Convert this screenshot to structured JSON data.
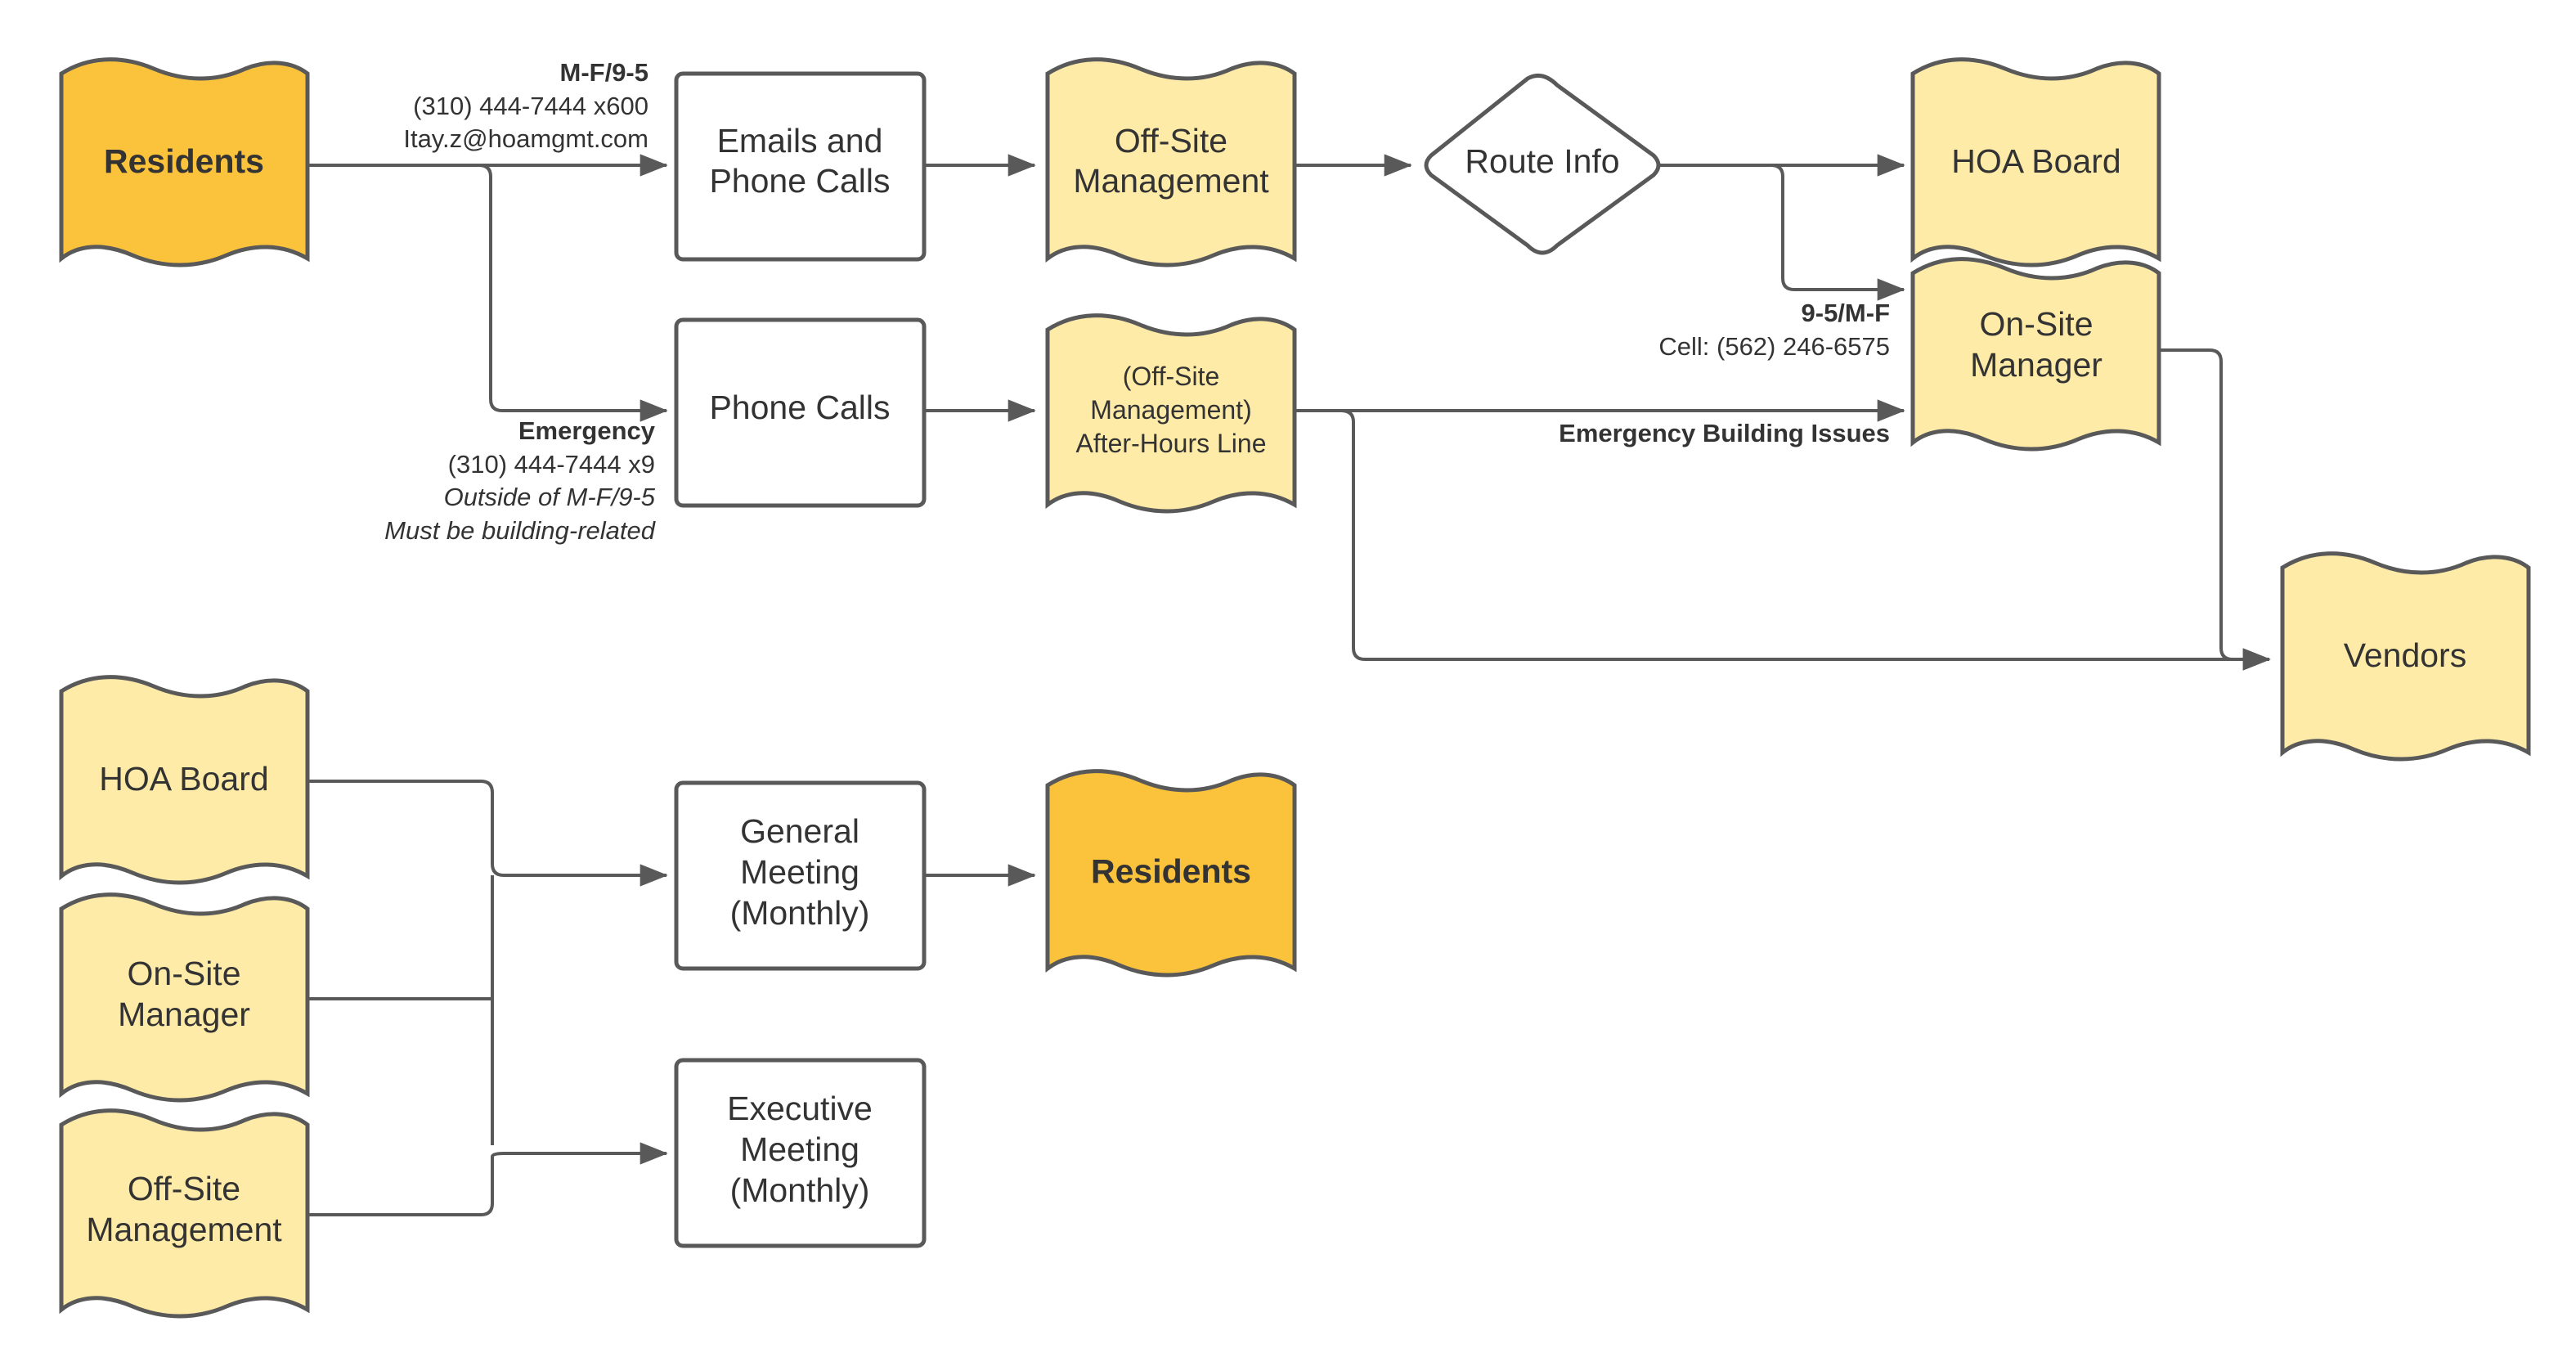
{
  "colors": {
    "primary": "#FBC33C",
    "secondary": "#FEEBA8",
    "process": "#FFFFFF",
    "stroke": "#595959",
    "text": "#333333"
  },
  "nodes": {
    "residents_top": [
      "Residents"
    ],
    "emails_calls": [
      "Emails and",
      "Phone Calls"
    ],
    "offsite_mgmt": [
      "Off-Site",
      "Management"
    ],
    "route_info": [
      "Route Info"
    ],
    "hoa_board_top": [
      "HOA Board"
    ],
    "onsite_manager_top": [
      "On-Site",
      "Manager"
    ],
    "phone_calls": [
      "Phone Calls"
    ],
    "after_hours": [
      "(Off-Site",
      "Management)",
      "After-Hours Line"
    ],
    "vendors": [
      "Vendors"
    ],
    "hoa_board_bottom": [
      "HOA Board"
    ],
    "onsite_manager_bottom": [
      "On-Site",
      "Manager"
    ],
    "offsite_mgmt_bottom": [
      "Off-Site",
      "Management"
    ],
    "general_meeting": [
      "General",
      "Meeting",
      "(Monthly)"
    ],
    "residents_bottom": [
      "Residents"
    ],
    "executive_meeting": [
      "Executive",
      "Meeting",
      "(Monthly)"
    ]
  },
  "labels": {
    "business_hours": "M-F/9-5",
    "office_phone": "(310) 444-7444 x600",
    "office_email": "Itay.z@hoamgmt.com",
    "emergency_title": "Emergency",
    "emergency_phone": "(310) 444-7444 x9",
    "emergency_note1": "Outside of M-F/9-5",
    "emergency_note2": "Must be building-related",
    "onsite_hours": "9-5/M-F",
    "onsite_cell": "Cell: (562) 246-6575",
    "emergency_building": "Emergency Building Issues"
  }
}
